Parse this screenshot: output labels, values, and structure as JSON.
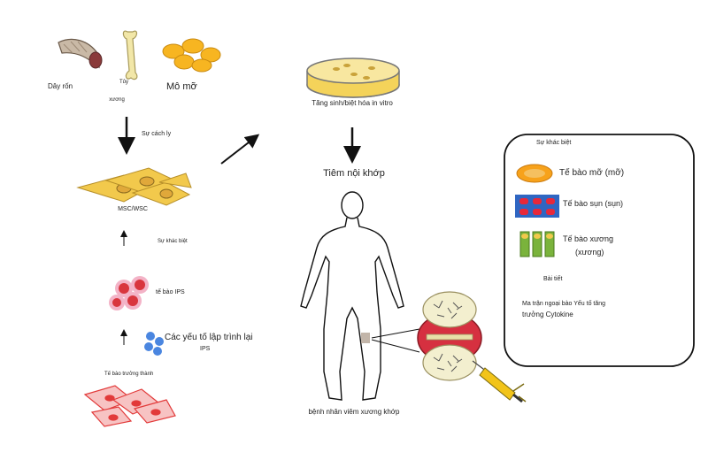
{
  "sources": {
    "umbilical_cord": "Dây rốn",
    "bone_marrow_line1": "Tủy",
    "bone_marrow_line2": "xương",
    "adipose": "Mô mỡ"
  },
  "steps": {
    "isolation": "Sự cách ly",
    "msc_label": "MSC/WSC",
    "differentiation": "Sự khác biệt",
    "ips_cells": "tế bào IPS",
    "ips_factors_line1": "Các yếu tố lập trình lại",
    "ips_factors_line2": "IPS",
    "somatic_cells": "Tế bào trưởng thành"
  },
  "center": {
    "in_vitro": "Tăng sinh/biệt hóa in vitro",
    "injection": "Tiêm nội khớp",
    "patient": "bệnh nhân viêm xương khớp"
  },
  "panel": {
    "title": "Sự khác biệt",
    "fat_cell": "Tế bào mỡ (mỡ)",
    "cartilage_cell": "Tế bào sụn (sụn)",
    "bone_cell_line1": "Tế bào xương",
    "bone_cell_line2": "(xương)",
    "secretion": "Bài tiết",
    "secretion_detail_line1": "Ma trận ngoại bào Yếu tố tăng",
    "secretion_detail_line2": "trưởng Cytokine"
  },
  "colors": {
    "cell_yellow": "#f2c94c",
    "fat_orange": "#f7a21b",
    "cartilage_blue": "#2f66c2",
    "cartilage_red": "#e8283a",
    "bone_green": "#7ab33c",
    "ips_red": "#d9363e",
    "factor_blue": "#4a86e0",
    "somatic_red": "#e23a3a",
    "joint_red": "#d63040"
  }
}
